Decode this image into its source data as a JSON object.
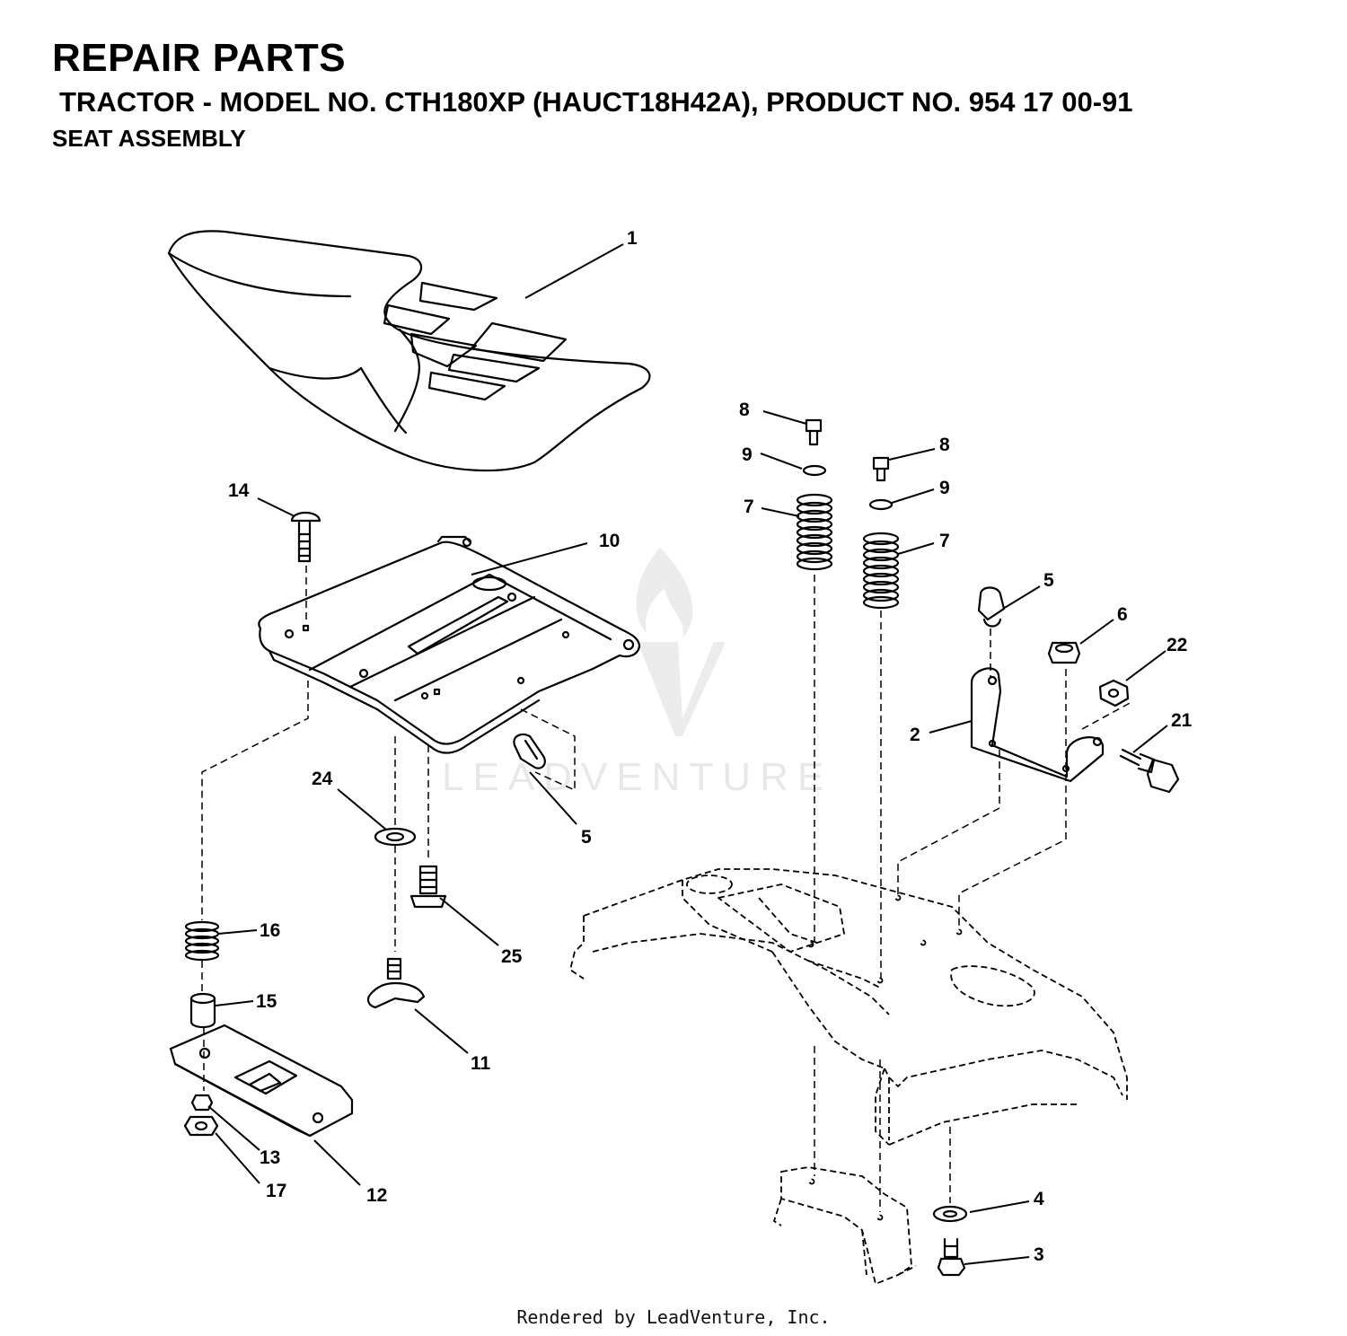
{
  "header": {
    "title": "REPAIR PARTS",
    "subtitle": "TRACTOR - MODEL NO. CTH180XP (HAUCT18H42A), PRODUCT NO. 954 17 00-91",
    "section": "SEAT ASSEMBLY"
  },
  "watermark": {
    "text": "LEADVENTURE"
  },
  "callouts": {
    "c1": "1",
    "c2": "2",
    "c3": "3",
    "c4": "4",
    "c5a": "5",
    "c5b": "5",
    "c6": "6",
    "c7a": "7",
    "c7b": "7",
    "c8a": "8",
    "c8b": "8",
    "c9a": "9",
    "c9b": "9",
    "c10": "10",
    "c11": "11",
    "c12": "12",
    "c13": "13",
    "c14": "14",
    "c15": "15",
    "c16": "16",
    "c17": "17",
    "c21": "21",
    "c22": "22",
    "c24": "24",
    "c25": "25"
  },
  "footer": {
    "text": "Rendered by LeadVenture, Inc."
  }
}
